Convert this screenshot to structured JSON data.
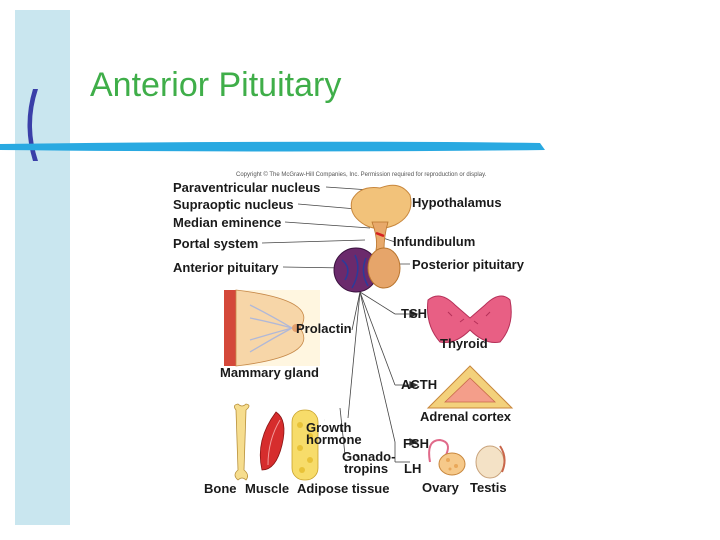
{
  "slide": {
    "title": "Anterior Pituitary",
    "copyright": "Copyright © The McGraw-Hill Companies, Inc. Permission required for reproduction or display."
  },
  "labels": {
    "paraventricular": "Paraventricular nucleus",
    "supraoptic": "Supraoptic nucleus",
    "median": "Median eminence",
    "portal": "Portal system",
    "anterior": "Anterior pituitary",
    "hypothalamus": "Hypothalamus",
    "infundibulum": "Infundibulum",
    "posterior": "Posterior pituitary",
    "tsh": "TSH",
    "thyroid": "Thyroid",
    "prolactin": "Prolactin",
    "mammary": "Mammary gland",
    "acth": "ACTH",
    "adrenal": "Adrenal cortex",
    "growth1": "Growth",
    "growth2": "hormone",
    "fsh": "FSH",
    "gonado1": "Gonado-",
    "gonado2": "tropins",
    "lh": "LH",
    "bone": "Bone",
    "muscle": "Muscle",
    "adipose": "Adipose tissue",
    "ovary": "Ovary",
    "testis": "Testis"
  },
  "colors": {
    "title": "#3fae49",
    "left_bar": "#c9e6ef",
    "accent_blue": "#29a9e1",
    "accent_dark": "#3a3fa8"
  }
}
